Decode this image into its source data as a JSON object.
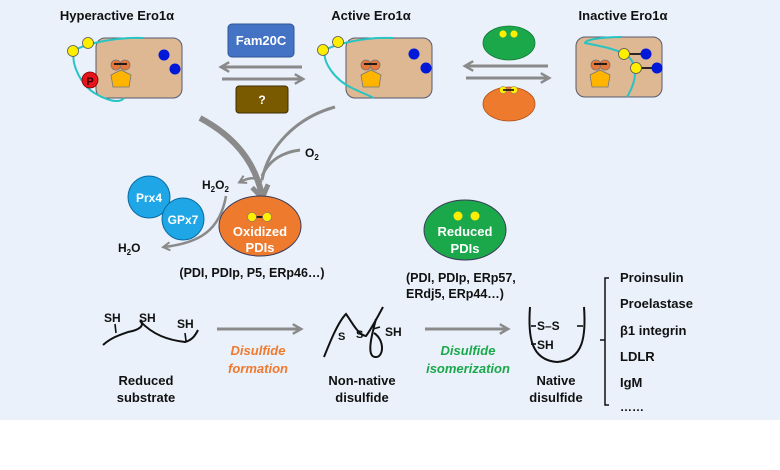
{
  "states": {
    "hyperactive": "Hyperactive Ero1α",
    "active": "Active Ero1α",
    "inactive": "Inactive Ero1α",
    "phospho_label": "P"
  },
  "regulators": {
    "kinase": "Fam20C",
    "phosphatase": "?"
  },
  "molecules": {
    "o2": "O",
    "o2_sub": "2",
    "h2o2_h": "H",
    "h2o2_sub1": "2",
    "h2o2_o": "O",
    "h2o2_sub2": "2",
    "h2o_h": "H",
    "h2o_sub": "2",
    "h2o_o": "O",
    "prx4": "Prx4",
    "gpx7": "GPx7"
  },
  "pdis": {
    "oxidized_line1": "Oxidized",
    "oxidized_line2": "PDIs",
    "oxidized_members": "(PDI, PDIp, P5, ERp46…)",
    "reduced_line1": "Reduced",
    "reduced_line2": "PDIs",
    "reduced_members_line1": "(PDI, PDIp, ERp57,",
    "reduced_members_line2": "ERdj5, ERp44…)"
  },
  "substrates": {
    "sh": "SH",
    "s": "S",
    "reduced_line1": "Reduced",
    "reduced_line2": "substrate",
    "nonnative_line1": "Non-native",
    "nonnative_line2": "disulfide",
    "native_line1": "Native",
    "native_line2": "disulfide",
    "native_ss": "S–S",
    "native_sh": "SH"
  },
  "steps": {
    "formation_line1": "Disulfide",
    "formation_line2": "formation",
    "isomerization_line1": "Disulfide",
    "isomerization_line2": "isomerization"
  },
  "examples": [
    "Proinsulin",
    "Proelastase",
    "β1 integrin",
    "LDLR",
    "IgM",
    "……"
  ],
  "colors": {
    "background": "#eaf1fb",
    "protein_body": "#ddb892",
    "cyan_loop": "#27c4c4",
    "yellow_cys": "#ffee00",
    "blue_cys": "#0018d8",
    "fad_hex": "#ffb400",
    "fad_orange": "#e8773a",
    "phospho_red": "#e8141c",
    "fam20c_blue": "#4472c4",
    "phosphatase_brown": "#7a5a00",
    "green_pdi": "#1aa84a",
    "orange_pdi": "#ee7a2e",
    "cyan_enzyme": "#1ea6e6",
    "arrow_gray": "#8a8a8a",
    "formation_text": "#ee7a2e",
    "isomerization_text": "#1aa84a"
  }
}
